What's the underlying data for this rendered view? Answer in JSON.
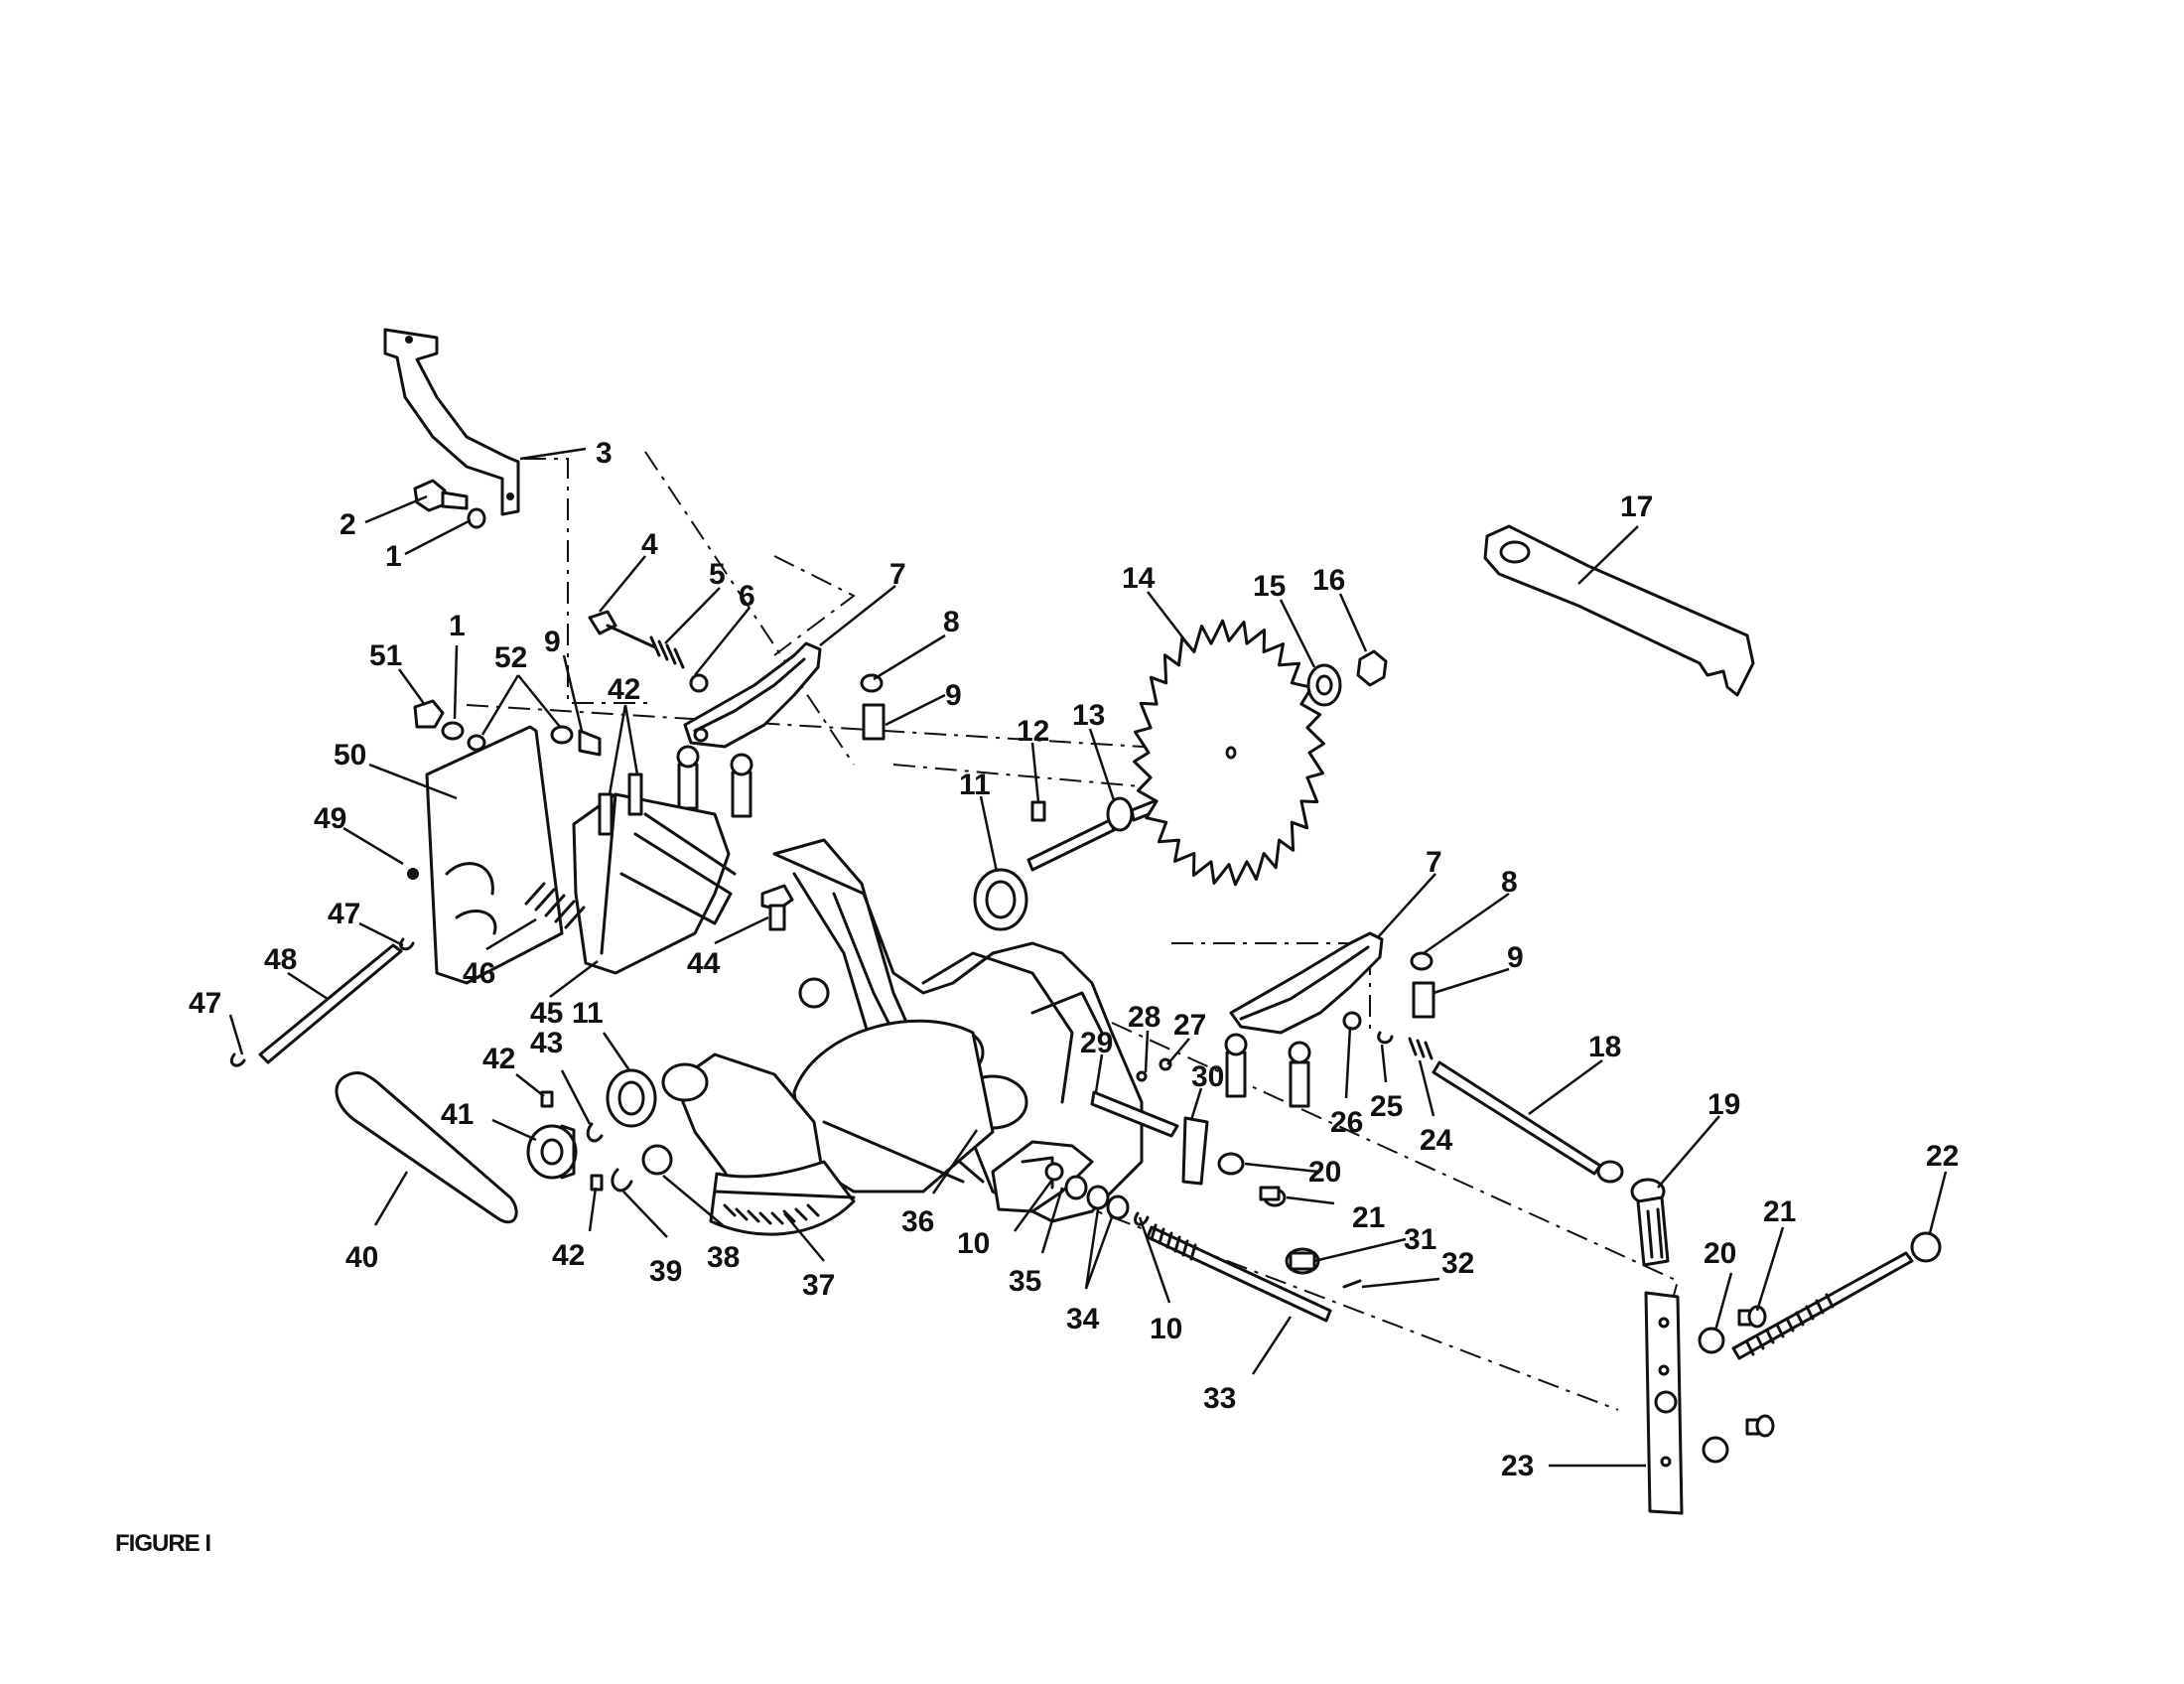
{
  "figure_label": "FIGURE I",
  "callouts": [
    "1",
    "2",
    "3",
    "4",
    "5",
    "6",
    "7",
    "8",
    "9",
    "10",
    "11",
    "12",
    "13",
    "14",
    "15",
    "16",
    "17",
    "18",
    "19",
    "20",
    "21",
    "22",
    "23",
    "24",
    "25",
    "26",
    "27",
    "28",
    "29",
    "30",
    "31",
    "32",
    "33",
    "34",
    "35",
    "36",
    "37",
    "38",
    "39",
    "40",
    "41",
    "42",
    "43",
    "44",
    "45",
    "46",
    "47",
    "48",
    "49",
    "50",
    "51",
    "52"
  ]
}
